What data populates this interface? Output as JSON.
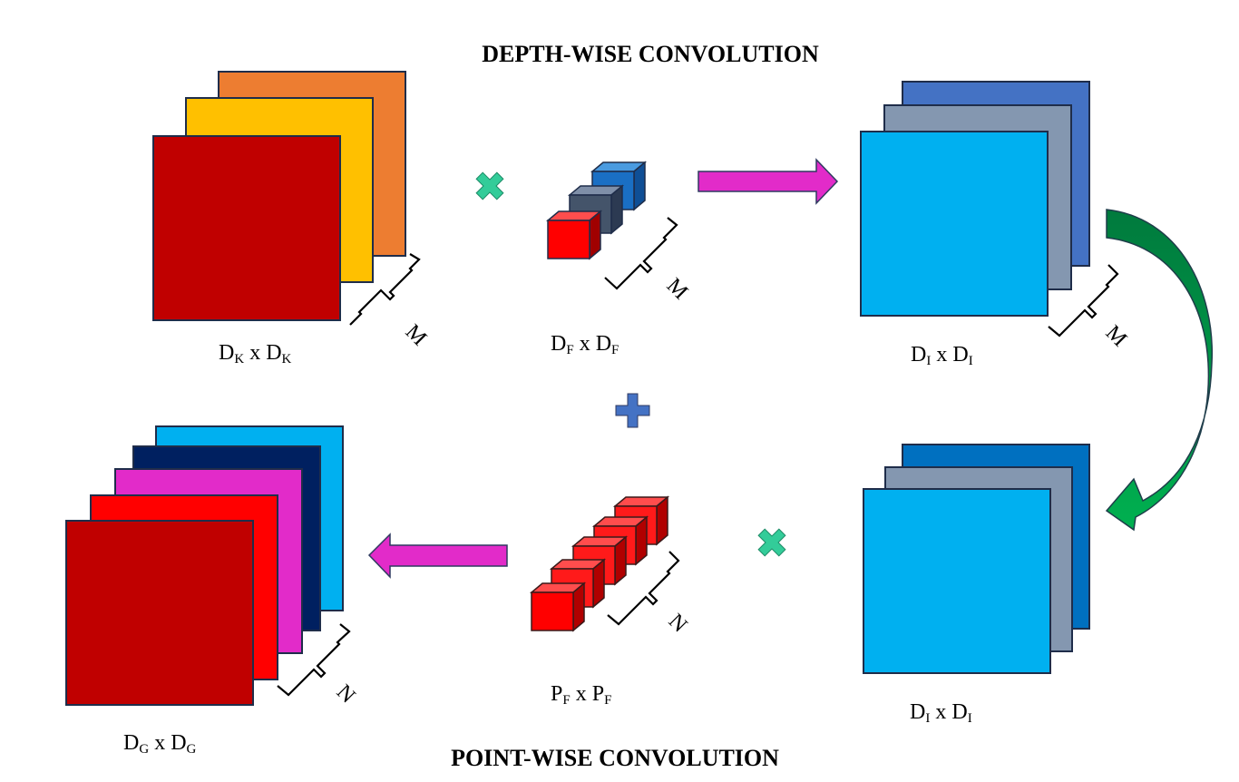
{
  "titles": {
    "top": "DEPTH-WISE CONVOLUTION",
    "bottom": "POINT-WISE CONVOLUTION"
  },
  "labels": {
    "input": {
      "base1": "D",
      "sub1": "K",
      "mid": " x ",
      "base2": "D",
      "sub2": "K"
    },
    "kernel": {
      "base1": "D",
      "sub1": "F",
      "mid": " x ",
      "base2": "D",
      "sub2": "F"
    },
    "depth_out": {
      "base1": "D",
      "sub1": "I",
      "mid": " x ",
      "base2": "D",
      "sub2": "I"
    },
    "point_in": {
      "base1": "D",
      "sub1": "I",
      "mid": " x ",
      "base2": "D",
      "sub2": "I"
    },
    "point_kernel": {
      "base1": "P",
      "sub1": "F",
      "mid": " x ",
      "base2": "P",
      "sub2": "F"
    },
    "output": {
      "base1": "D",
      "sub1": "G",
      "mid": " x ",
      "base2": "D",
      "sub2": "G"
    }
  },
  "braces": {
    "input": "M",
    "kernel": "M",
    "depth_out": "M",
    "point_kernel": "N",
    "output": "N"
  },
  "colors": {
    "dark_red": "#c00000",
    "red": "#ff0000",
    "orange": "#ed7d31",
    "gold": "#ffc000",
    "light_blue": "#00b0f0",
    "steel_gray": "#8497b0",
    "royal_blue": "#4472c4",
    "mid_blue": "#0070c0",
    "navy": "#002060",
    "magenta": "#e22bc9",
    "teal": "#33cc99",
    "green": "#00a550"
  },
  "icons": [
    "multiply-icon",
    "plus-icon",
    "arrow-right-icon",
    "arrow-left-icon",
    "curved-arrow-icon"
  ]
}
